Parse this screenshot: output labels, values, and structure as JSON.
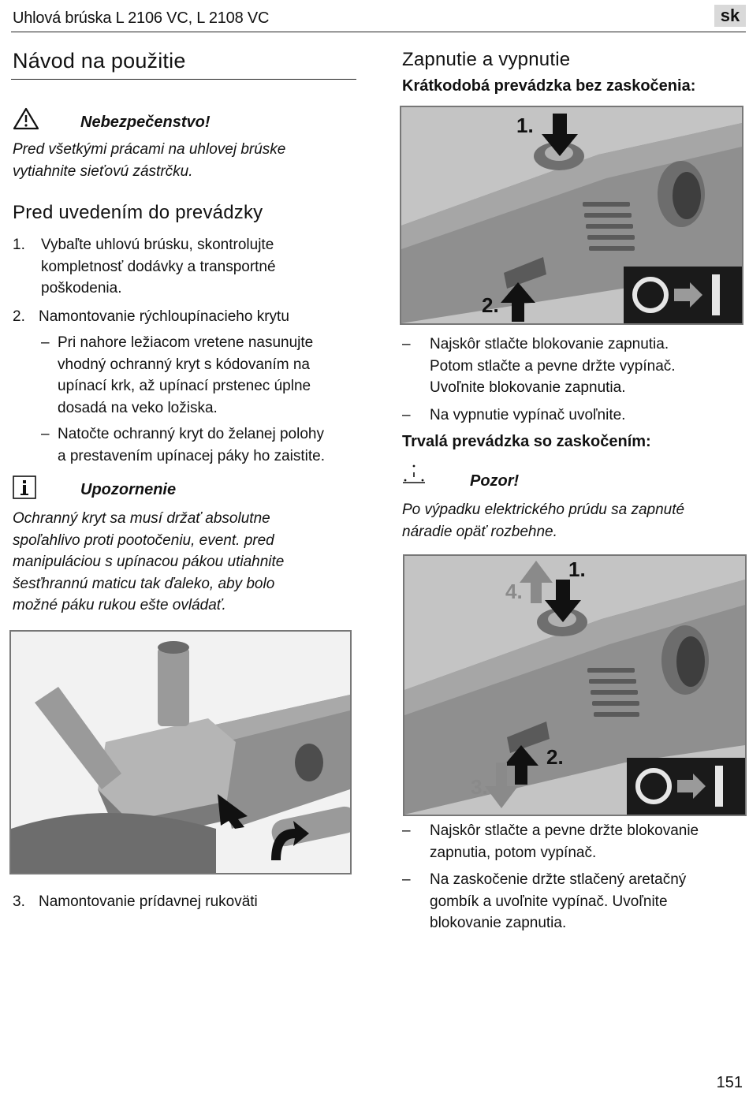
{
  "header": {
    "title": "Uhlová brúska L 2106 VC, L 2108 VC",
    "lang": "sk"
  },
  "left": {
    "title": "Návod na použitie",
    "danger": {
      "label": "Nebezpečenstvo!",
      "lines": [
        "Pred všetkými prácami na uhlovej brúske",
        "vytiahnite sieťovú zástrčku."
      ]
    },
    "section_title": "Pred uvedením do prevádzky",
    "step1": {
      "num": "1.",
      "lines": [
        "Vybaľte uhlovú brúsku, skontrolujte",
        "kompletnosť dodávky a transportné",
        "poškodenia."
      ]
    },
    "step2": {
      "num": "2.",
      "text": "Namontovanie rýchloupínacieho krytu",
      "bullet1": [
        "Pri nahore ležiacom vretene nasunujte",
        "vhodný ochranný kryt s kódovaním na",
        "upínací krk, až upínací prstenec úplne",
        "dosadá na veko ložiska."
      ],
      "bullet2": [
        "Natočte ochranný kryt do želanej polohy",
        "a prestavením upínacej páky ho zaistite."
      ]
    },
    "note": {
      "label": "Upozornenie",
      "lines": [
        "Ochranný kryt sa musí držať absolutne",
        "spoľahlivo proti pootočeniu, event. pred",
        "manipuláciou s upínacou pákou utiahnite",
        "šesťhrannú maticu tak ďaleko, aby bolo",
        "možné páku rukou ešte ovládať."
      ]
    },
    "step3": {
      "num": "3.",
      "text": "Namontovanie prídavnej rukoväti"
    }
  },
  "right": {
    "title": "Zapnutie a vypnutie",
    "sub1": "Krátkodobá prevádzka bez zaskočenia:",
    "fig1_labels": [
      "1.",
      "2."
    ],
    "list1": {
      "item1": [
        "Najskôr stlačte blokovanie zapnutia.",
        "Potom stlačte a pevne držte vypínač.",
        "Uvoľnite blokovanie zapnutia."
      ],
      "item2": "Na vypnutie vypínač uvoľnite."
    },
    "sub2": "Trvalá prevádzka so zaskočením:",
    "caution": {
      "label": "Pozor!",
      "lines": [
        "Po výpadku elektrického prúdu sa zapnuté",
        "náradie opäť rozbehne."
      ]
    },
    "fig2_labels": [
      "1.",
      "2.",
      "3.",
      "4."
    ],
    "list2": {
      "item1": [
        "Najskôr stlačte a pevne držte blokovanie",
        "zapnutia, potom vypínač."
      ],
      "item2": [
        "Na zaskočenie držte stlačený aretačný",
        "gombík a uvoľnite vypínač. Uvoľnite",
        "blokovanie zapnutia."
      ]
    }
  },
  "page_number": "151",
  "colors": {
    "tool_body": "#8f8f8f",
    "tool_dark": "#5a5a5a",
    "background_gray": "#c4c4c4",
    "arrow": "#111111",
    "switch_panel": "#1a1a1a"
  }
}
